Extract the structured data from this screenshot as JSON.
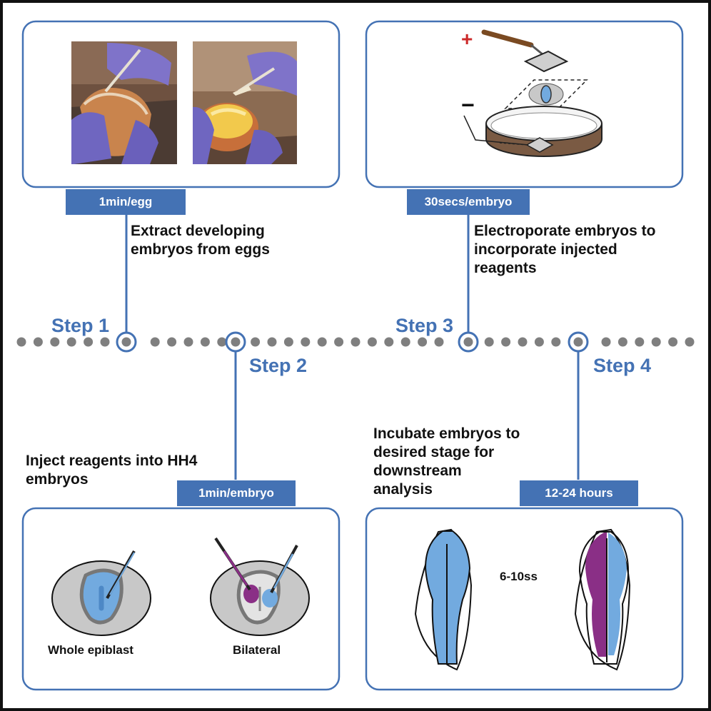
{
  "colors": {
    "accent": "#4472b4",
    "frame_border": "#111111",
    "dots": "#7f7f7f",
    "embryo_blue": "#72aadf",
    "embryo_purple": "#8a2f86",
    "oval_gray": "#c8c8c8",
    "anode_red": "#cc2a2a"
  },
  "timeline": {
    "steps": [
      {
        "label": "Step 1",
        "time": "1min/egg",
        "description": "Extract developing\nembryos from eggs"
      },
      {
        "label": "Step 2",
        "time": "1min/embryo",
        "description": "Inject reagents into HH4\nembryos"
      },
      {
        "label": "Step 3",
        "time": "30secs/embryo",
        "description": "Electroporate embryos to\nincorporate injected\nreagents"
      },
      {
        "label": "Step 4",
        "time": "12-24 hours",
        "description": "Incubate embryos to\ndesired stage for\ndownstream\nanalysis"
      }
    ]
  },
  "panels": {
    "extraction": {
      "photos": [
        "egg-cracking-photo",
        "yolk-pouring-photo"
      ]
    },
    "electroporation": {
      "positive_symbol": "+",
      "negative_symbol": "−"
    },
    "injection": {
      "caption_left": "Whole epiblast",
      "caption_right": "Bilateral"
    },
    "incubation": {
      "stage_label": "6-10ss"
    }
  }
}
